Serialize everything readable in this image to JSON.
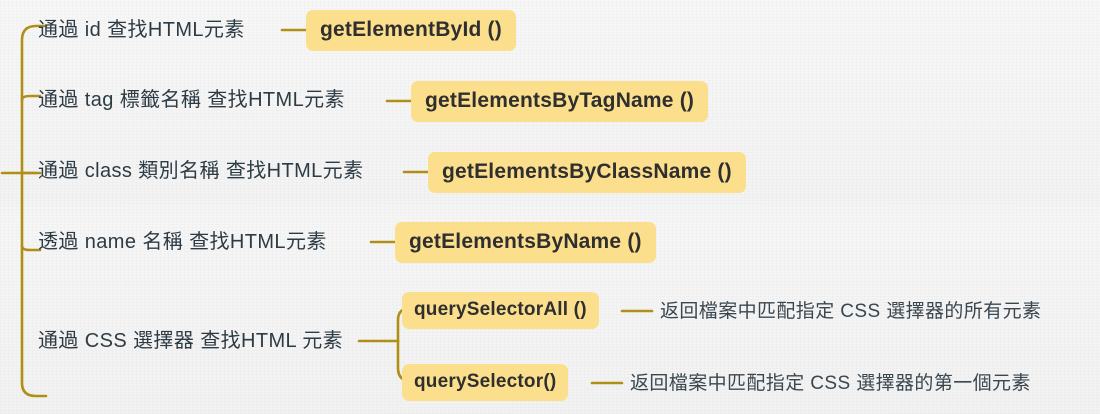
{
  "diagram": {
    "type": "mindmap",
    "title": "",
    "theme": {
      "background": "#f5f5f5",
      "branch_line": "#b08f17",
      "badge_fill": "#fcdf8d",
      "badge_text": "#2f2f2f",
      "topic_text": "#2d3b45",
      "desc_text": "#3a4750"
    },
    "branches": [
      {
        "id": "by-id",
        "topic": "通過 id 查找HTML元素",
        "method": "getElementById ()",
        "children": []
      },
      {
        "id": "by-tag",
        "topic": "通過 tag 標籤名稱 查找HTML元素",
        "method": "getElementsByTagName ()",
        "children": []
      },
      {
        "id": "by-class",
        "topic": "通過 class 類別名稱 查找HTML元素",
        "method": "getElementsByClassName ()",
        "children": []
      },
      {
        "id": "by-name",
        "topic": "透過 name 名稱 查找HTML元素",
        "method": "getElementsByName ()",
        "children": []
      },
      {
        "id": "by-css",
        "topic": "通過 CSS 選擇器 查找HTML 元素",
        "method": "",
        "children": [
          {
            "id": "query-selector-all",
            "method": "querySelectorAll ()",
            "description": "返回檔案中匹配指定 CSS 選擇器的所有元素"
          },
          {
            "id": "query-selector",
            "method": "querySelector()",
            "description": "返回檔案中匹配指定 CSS 選擇器的第一個元素"
          }
        ]
      }
    ]
  }
}
